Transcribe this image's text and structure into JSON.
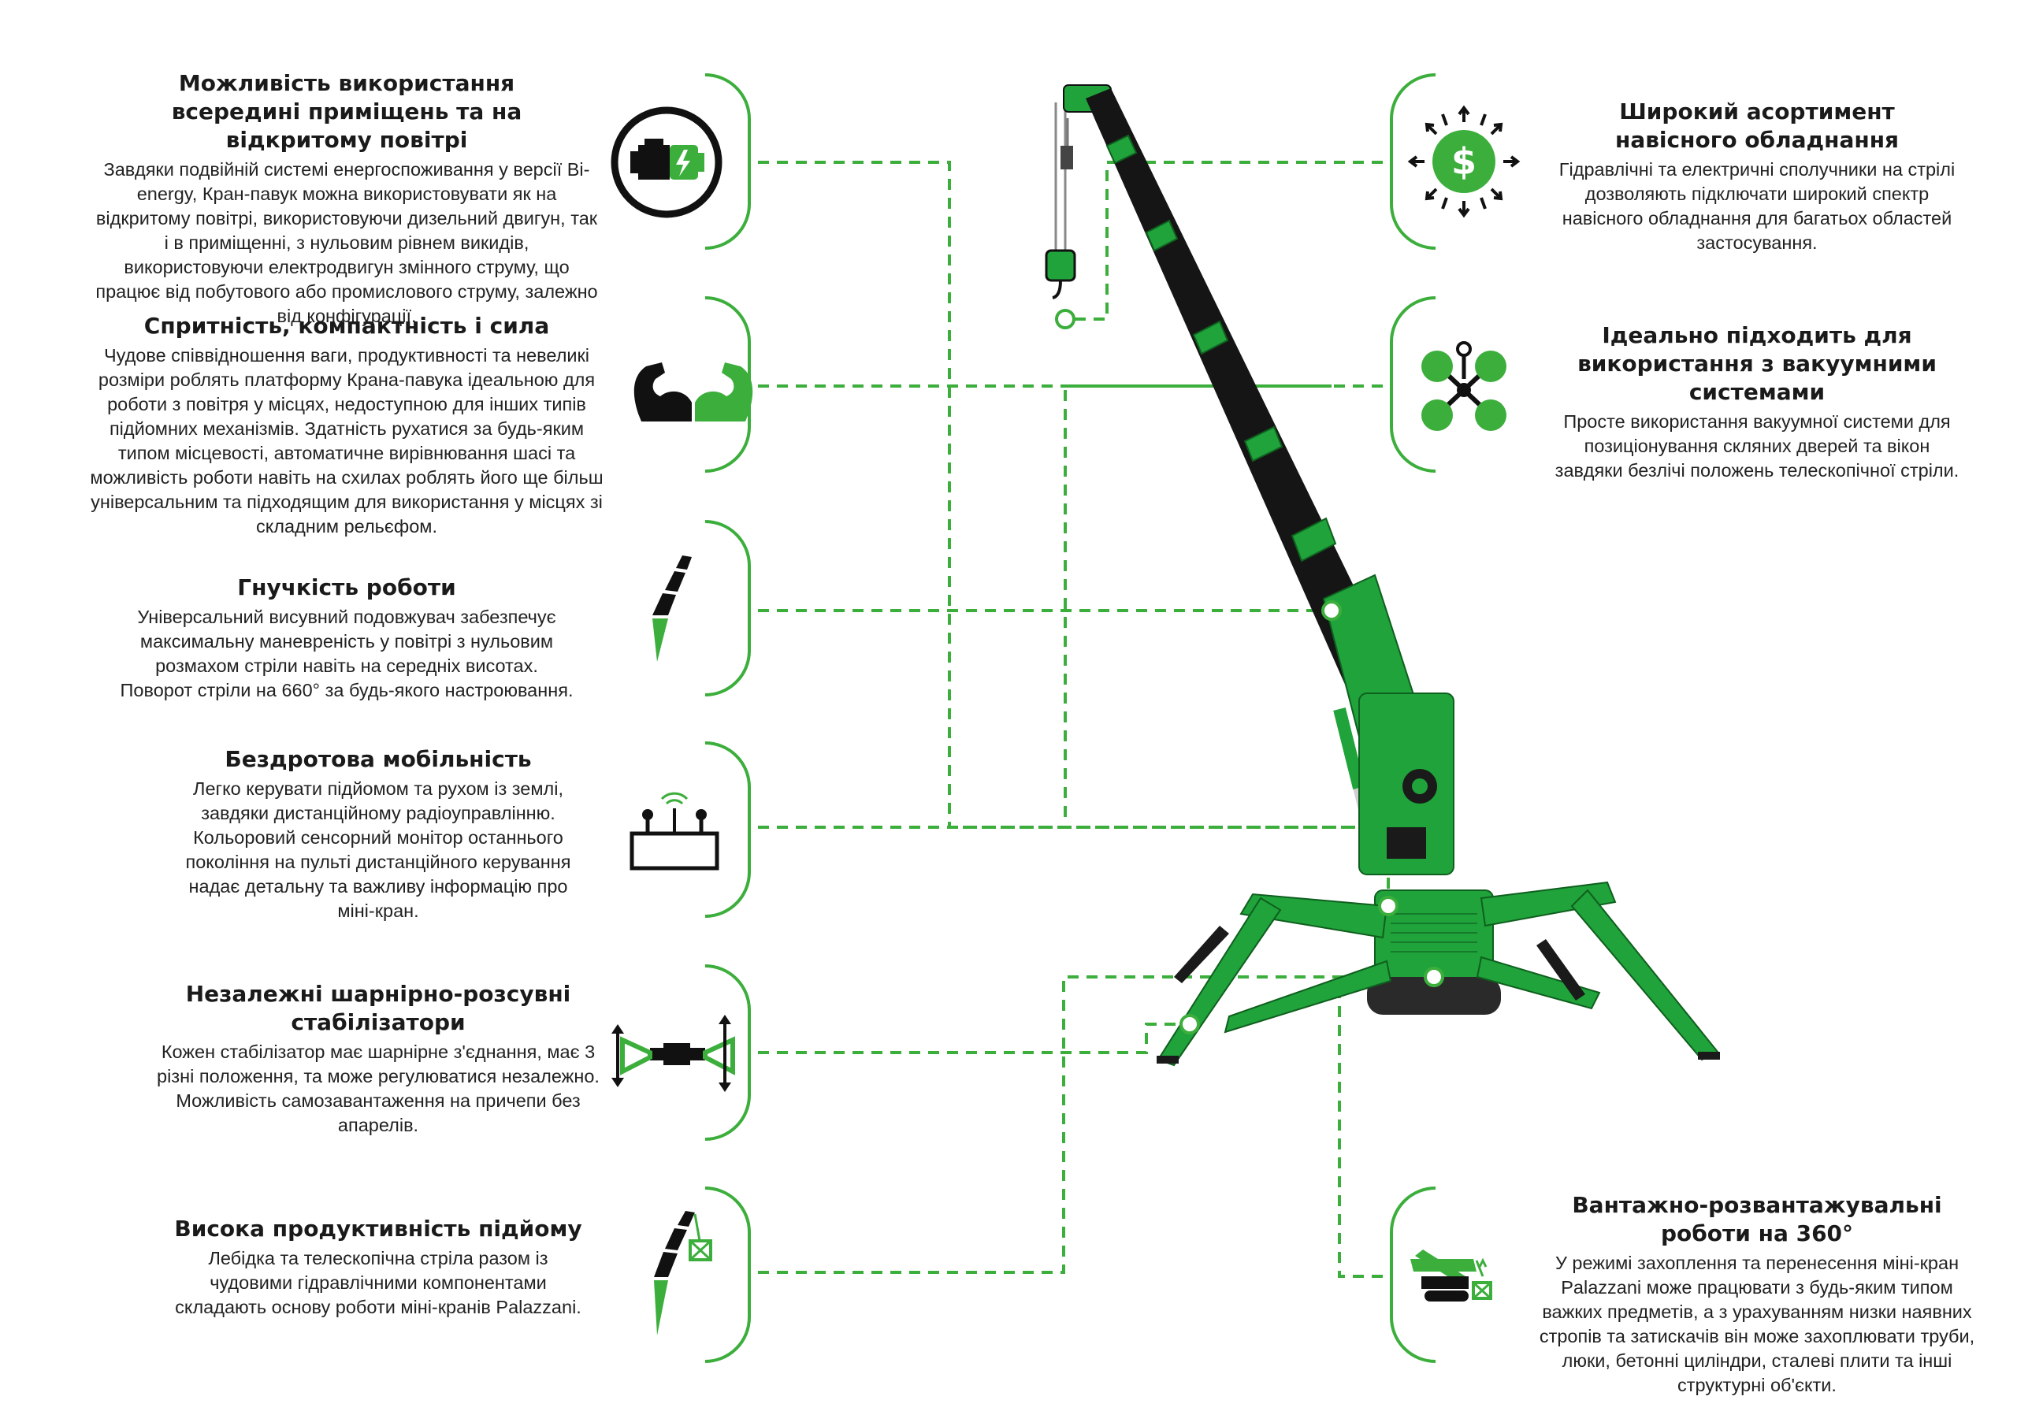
{
  "colors": {
    "accent": "#3cae3c",
    "crane_green": "#1fa33a",
    "dark": "#1a1a1a"
  },
  "left_features": [
    {
      "icon": "engine-bi-energy-icon",
      "title": "Можливість використання всередині приміщень та на відкритому повітрі",
      "text": "Завдяки подвійній системі енергоспоживання у версії Bi-energy, Кран-павук можна використовувати як на відкритому повітрі, використовуючи дизельний двигун, так і в приміщенні, з нульовим рівнем викидів, використовуючи електродвигун змінного струму, що працює від побутового або промислового струму, залежно від конфігурації."
    },
    {
      "icon": "flexed-arms-icon",
      "title": "Спритність, компактність і сила",
      "text": "Чудове співвідношення ваги, продуктивності та невеликі розміри роблять платформу Крана-павука ідеальною для роботи з повітря у місцях, недоступною для інших типів підйомних механізмів. Здатність рухатися за будь-яким типом місцевості, автоматичне вирівнювання шасі та можливість роботи навіть на схилах роблять його ще більш універсальним та підходящим для використання у місцях зі складним рельєфом."
    },
    {
      "icon": "telescopic-jib-icon",
      "title": "Гнучкість роботи",
      "text": "Універсальний висувний подовжувач забезпечує максимальну маневреність у повітрі з нульовим розмахом стріли навіть на середніх висотах. Поворот стріли на 660° за будь-якого настроювання."
    },
    {
      "icon": "radio-remote-icon",
      "title": "Бездротова мобільність",
      "text": "Легко керувати підйомом та рухом із землі, завдяки дистанційному радіоуправлінню. Кольоровий сенсорний монітор останнього покоління на пульті дистанційного керування надає детальну та важливу інформацію про міні-кран."
    },
    {
      "icon": "stabilizer-icon",
      "title": "Незалежні шарнірно-розсувні стабілізатори",
      "text": "Кожен стабілізатор має шарнірне з'єднання, має 3 різні положення, та може регулюватися незалежно. Можливість самозавантаження на причепи без апарелів."
    },
    {
      "icon": "winch-boom-icon",
      "title": "Висока продуктивність підйому",
      "text": "Лебідка та телескопічна стріла разом із чудовими гідравлічними компонентами складають основу роботи міні-кранів Palazzani."
    }
  ],
  "right_features": [
    {
      "icon": "dollar-attachments-icon",
      "title": "Широкий асортимент навісного обладнання",
      "text": "Гідравлічні та електричні сполучники на стрілі дозволяють підключати широкий спектр навісного обладнання для багатьох областей застосування."
    },
    {
      "icon": "vacuum-lifter-icon",
      "title": "Ідеально підходить для використання з вакуумними системами",
      "text": "Просте використання вакуумної системи для позиціонування скляних дверей та вікон завдяки безлічі положень телескопічної стріли."
    },
    {
      "icon": "crane-360-icon",
      "title": "Вантажно-розвантажувальні роботи на 360°",
      "text": "У режимі захоплення та перенесення міні-кран Palazzani може працювати з будь-яким типом важких предметів, а з урахуванням низки наявних стропів та затискачів він може захоплювати труби, люки, бетонні циліндри, сталеві плити та інші структурні об'єкти."
    }
  ]
}
